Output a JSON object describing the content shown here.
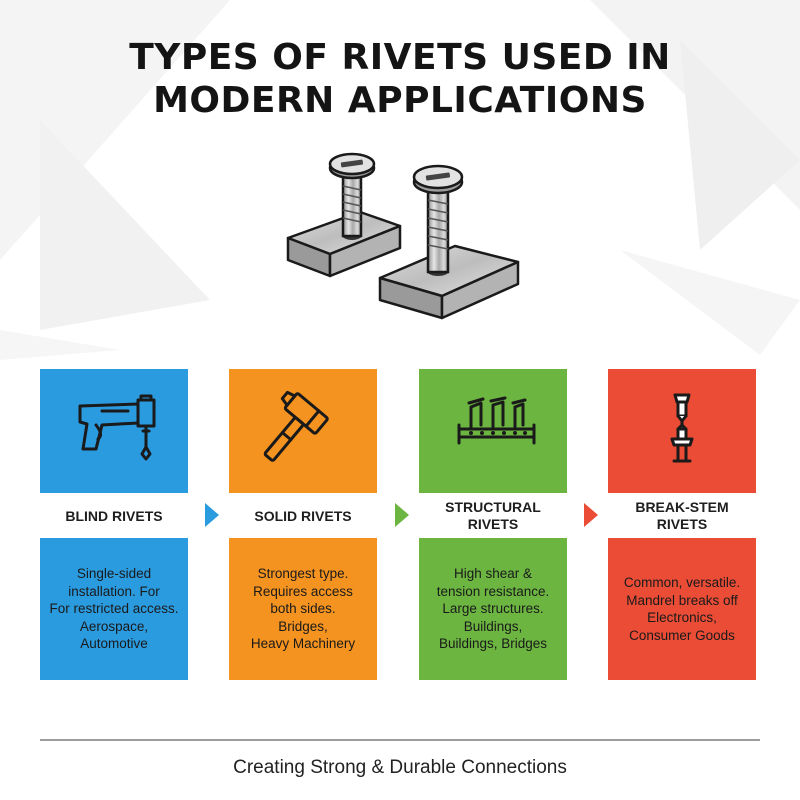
{
  "title": {
    "line1": "TYPES OF RIVETS USED IN",
    "line2": "MODERN APPLICATIONS"
  },
  "hero": {
    "icon": "rivets-in-plates-illustration"
  },
  "colors": {
    "blue": "#2b9be0",
    "orange": "#f49320",
    "green": "#6bb540",
    "red": "#ea4c36"
  },
  "cards": [
    {
      "icon": "rivet-gun-icon",
      "title": [
        "BLIND RIVETS"
      ],
      "desc": [
        "Single-sided",
        "installation. For",
        "For restricted access.",
        "Aerospace,",
        "Automotive"
      ]
    },
    {
      "icon": "hammer-icon",
      "title": [
        "SOLID RIVETS"
      ],
      "desc": [
        "Strongest type.",
        "Requires access",
        "both sides.",
        "Bridges,",
        "Heavy Machinery"
      ]
    },
    {
      "icon": "structural-beam-icon",
      "title": [
        "STRUCTURAL",
        "RIVETS"
      ],
      "desc": [
        "High shear &",
        "tension resistance.",
        "Large structures.",
        "Buildings,",
        "Buildings, Bridges"
      ]
    },
    {
      "icon": "break-stem-rivet-icon",
      "title": [
        "BREAK-STEM",
        "RIVETS"
      ],
      "desc": [
        "Common, versatile.",
        "Mandrel breaks off",
        "Electronics,",
        "Consumer Goods"
      ]
    }
  ],
  "footer": {
    "tagline": "Creating Strong & Durable Connections"
  }
}
